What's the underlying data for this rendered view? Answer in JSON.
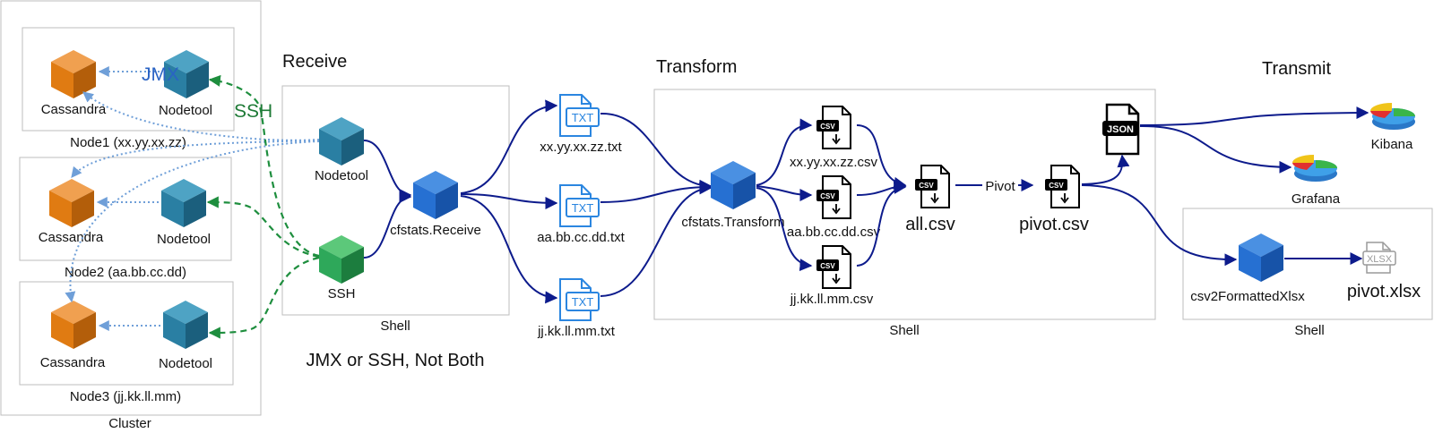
{
  "cluster": {
    "label": "Cluster",
    "nodes": [
      {
        "label": "Node1 (xx.yy.xx.zz)",
        "db": "Cassandra",
        "tool": "Nodetool"
      },
      {
        "label": "Node2 (aa.bb.cc.dd)",
        "db": "Cassandra",
        "tool": "Nodetool"
      },
      {
        "label": "Node3 (jj.kk.ll.mm)",
        "db": "Cassandra",
        "tool": "Nodetool"
      }
    ],
    "jmx_label": "JMX",
    "ssh_label": "SSH"
  },
  "receive": {
    "title": "Receive",
    "box_label": "Shell",
    "nodetool": "Nodetool",
    "ssh": "SSH",
    "receiver": "cfstats.Receive",
    "note": "JMX or SSH, Not Both"
  },
  "txt_files": [
    {
      "badge": "TXT",
      "name": "xx.yy.xx.zz.txt"
    },
    {
      "badge": "TXT",
      "name": "aa.bb.cc.dd.txt"
    },
    {
      "badge": "TXT",
      "name": "jj.kk.ll.mm.txt"
    }
  ],
  "transform": {
    "title": "Transform",
    "box_label": "Shell",
    "transformer": "cfstats.Transform",
    "csv_badge": "CSV",
    "csv_files": [
      "xx.yy.xx.zz.csv",
      "aa.bb.cc.dd.csv",
      "jj.kk.ll.mm.csv"
    ],
    "all_csv": "all.csv",
    "pivot_label": "Pivot",
    "pivot_csv": "pivot.csv",
    "json_badge": "JSON"
  },
  "transmit": {
    "title": "Transmit",
    "targets": [
      "Kibana",
      "Grafana"
    ],
    "box_label": "Shell",
    "formatter": "csv2FormattedXlsx",
    "xlsx_badge": "XLSX",
    "xlsx_name": "pivot.xlsx"
  }
}
